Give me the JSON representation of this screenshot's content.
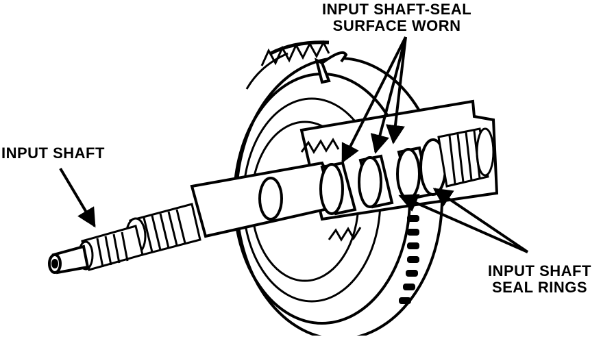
{
  "labels": {
    "input_shaft": "INPUT SHAFT",
    "seal_surface_line1": "INPUT SHAFT-SEAL",
    "seal_surface_line2": "SURFACE WORN",
    "seal_rings_line1": "INPUT SHAFT",
    "seal_rings_line2": "SEAL RINGS"
  },
  "colors": {
    "ink": "#000000",
    "paper": "#ffffff"
  }
}
